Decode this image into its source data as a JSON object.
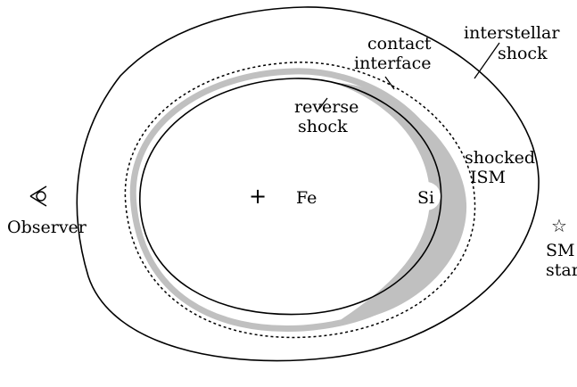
{
  "labels": {
    "contact_1": "contact",
    "contact_2": "interface",
    "interstellar_1": "interstellar",
    "interstellar_2": "shock",
    "reverse_1": "reverse",
    "reverse_2": "shock",
    "shocked_1": "shocked",
    "shocked_2": "ISM",
    "fe": "Fe",
    "si": "Si",
    "observer": "Observer",
    "sm_1": "SM",
    "sm_2": "star"
  },
  "symbols": {
    "center_mark": "+",
    "star_glyph": "☆"
  },
  "icons": {
    "observer": "eye-icon",
    "star": "star-icon"
  },
  "colors": {
    "line": "#000000",
    "shocked_ejecta_fill": "#c0c0c0",
    "background": "#ffffff"
  }
}
